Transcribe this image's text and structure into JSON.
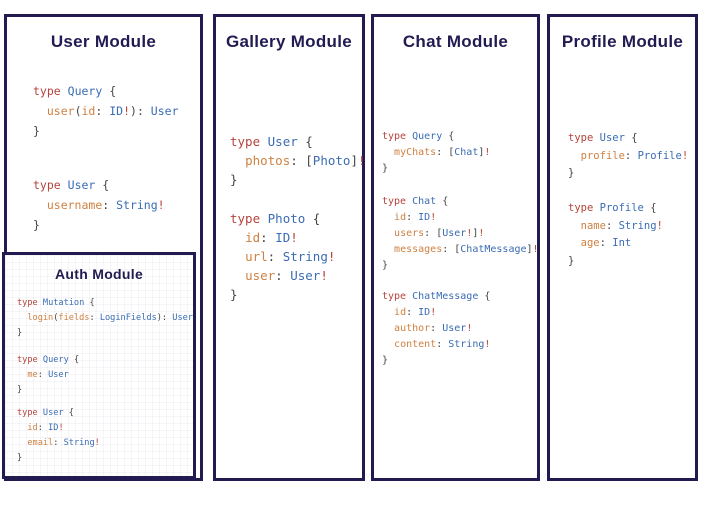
{
  "colors": {
    "background": "#ffffff",
    "box_border": "#211b52",
    "title": "#211b52",
    "keyword": "#b5443c",
    "type_name": "#3a6cb4",
    "field_name": "#d08142",
    "punctuation": "#454545"
  },
  "modules": {
    "user": {
      "title": "User Module",
      "blocks": [
        [
          [
            [
              "k",
              "type"
            ],
            [
              "p",
              " "
            ],
            [
              "t",
              "Query"
            ],
            [
              "p",
              " {"
            ]
          ],
          [
            [
              "p",
              "  "
            ],
            [
              "f",
              "user"
            ],
            [
              "p",
              "("
            ],
            [
              "f",
              "id"
            ],
            [
              "p",
              ": "
            ],
            [
              "t",
              "ID"
            ],
            [
              "b",
              "!"
            ],
            [
              "p",
              "): "
            ],
            [
              "t",
              "User"
            ]
          ],
          [
            [
              "p",
              "}"
            ]
          ]
        ],
        [
          [
            [
              "k",
              "type"
            ],
            [
              "p",
              " "
            ],
            [
              "t",
              "User"
            ],
            [
              "p",
              " {"
            ]
          ],
          [
            [
              "p",
              "  "
            ],
            [
              "f",
              "username"
            ],
            [
              "p",
              ": "
            ],
            [
              "t",
              "String"
            ],
            [
              "b",
              "!"
            ]
          ],
          [
            [
              "p",
              "}"
            ]
          ]
        ]
      ]
    },
    "auth": {
      "title": "Auth Module",
      "blocks": [
        [
          [
            [
              "k",
              "type"
            ],
            [
              "p",
              " "
            ],
            [
              "t",
              "Mutation"
            ],
            [
              "p",
              " {"
            ]
          ],
          [
            [
              "p",
              "  "
            ],
            [
              "f",
              "login"
            ],
            [
              "p",
              "("
            ],
            [
              "f",
              "fields"
            ],
            [
              "p",
              ": "
            ],
            [
              "t",
              "LoginFields"
            ],
            [
              "p",
              "): "
            ],
            [
              "t",
              "User"
            ]
          ],
          [
            [
              "p",
              "}"
            ]
          ]
        ],
        [
          [
            [
              "k",
              "type"
            ],
            [
              "p",
              " "
            ],
            [
              "t",
              "Query"
            ],
            [
              "p",
              " {"
            ]
          ],
          [
            [
              "p",
              "  "
            ],
            [
              "f",
              "me"
            ],
            [
              "p",
              ": "
            ],
            [
              "t",
              "User"
            ]
          ],
          [
            [
              "p",
              "}"
            ]
          ]
        ],
        [
          [
            [
              "k",
              "type"
            ],
            [
              "p",
              " "
            ],
            [
              "t",
              "User"
            ],
            [
              "p",
              " {"
            ]
          ],
          [
            [
              "p",
              "  "
            ],
            [
              "f",
              "id"
            ],
            [
              "p",
              ": "
            ],
            [
              "t",
              "ID"
            ],
            [
              "b",
              "!"
            ]
          ],
          [
            [
              "p",
              "  "
            ],
            [
              "f",
              "email"
            ],
            [
              "p",
              ": "
            ],
            [
              "t",
              "String"
            ],
            [
              "b",
              "!"
            ]
          ],
          [
            [
              "p",
              "}"
            ]
          ]
        ]
      ]
    },
    "gallery": {
      "title": "Gallery Module",
      "blocks": [
        [
          [
            [
              "k",
              "type"
            ],
            [
              "p",
              " "
            ],
            [
              "t",
              "User"
            ],
            [
              "p",
              " {"
            ]
          ],
          [
            [
              "p",
              "  "
            ],
            [
              "f",
              "photos"
            ],
            [
              "p",
              ": ["
            ],
            [
              "t",
              "Photo"
            ],
            [
              "p",
              "]"
            ],
            [
              "b",
              "!"
            ]
          ],
          [
            [
              "p",
              "}"
            ]
          ]
        ],
        [
          [
            [
              "k",
              "type"
            ],
            [
              "p",
              " "
            ],
            [
              "t",
              "Photo"
            ],
            [
              "p",
              " {"
            ]
          ],
          [
            [
              "p",
              "  "
            ],
            [
              "f",
              "id"
            ],
            [
              "p",
              ": "
            ],
            [
              "t",
              "ID"
            ],
            [
              "b",
              "!"
            ]
          ],
          [
            [
              "p",
              "  "
            ],
            [
              "f",
              "url"
            ],
            [
              "p",
              ": "
            ],
            [
              "t",
              "String"
            ],
            [
              "b",
              "!"
            ]
          ],
          [
            [
              "p",
              "  "
            ],
            [
              "f",
              "user"
            ],
            [
              "p",
              ": "
            ],
            [
              "t",
              "User"
            ],
            [
              "b",
              "!"
            ]
          ],
          [
            [
              "p",
              "}"
            ]
          ]
        ]
      ]
    },
    "chat": {
      "title": "Chat Module",
      "blocks": [
        [
          [
            [
              "k",
              "type"
            ],
            [
              "p",
              " "
            ],
            [
              "t",
              "Query"
            ],
            [
              "p",
              " {"
            ]
          ],
          [
            [
              "p",
              "  "
            ],
            [
              "f",
              "myChats"
            ],
            [
              "p",
              ": ["
            ],
            [
              "t",
              "Chat"
            ],
            [
              "p",
              "]"
            ],
            [
              "b",
              "!"
            ]
          ],
          [
            [
              "p",
              "}"
            ]
          ]
        ],
        [
          [
            [
              "k",
              "type"
            ],
            [
              "p",
              " "
            ],
            [
              "t",
              "Chat"
            ],
            [
              "p",
              " {"
            ]
          ],
          [
            [
              "p",
              "  "
            ],
            [
              "f",
              "id"
            ],
            [
              "p",
              ": "
            ],
            [
              "t",
              "ID"
            ],
            [
              "b",
              "!"
            ]
          ],
          [
            [
              "p",
              "  "
            ],
            [
              "f",
              "users"
            ],
            [
              "p",
              ": ["
            ],
            [
              "t",
              "User"
            ],
            [
              "b",
              "!"
            ],
            [
              "p",
              "]"
            ],
            [
              "b",
              "!"
            ]
          ],
          [
            [
              "p",
              "  "
            ],
            [
              "f",
              "messages"
            ],
            [
              "p",
              ": ["
            ],
            [
              "t",
              "ChatMessage"
            ],
            [
              "p",
              "]"
            ],
            [
              "b",
              "!"
            ]
          ],
          [
            [
              "p",
              "}"
            ]
          ]
        ],
        [
          [
            [
              "k",
              "type"
            ],
            [
              "p",
              " "
            ],
            [
              "t",
              "ChatMessage"
            ],
            [
              "p",
              " {"
            ]
          ],
          [
            [
              "p",
              "  "
            ],
            [
              "f",
              "id"
            ],
            [
              "p",
              ": "
            ],
            [
              "t",
              "ID"
            ],
            [
              "b",
              "!"
            ]
          ],
          [
            [
              "p",
              "  "
            ],
            [
              "f",
              "author"
            ],
            [
              "p",
              ": "
            ],
            [
              "t",
              "User"
            ],
            [
              "b",
              "!"
            ]
          ],
          [
            [
              "p",
              "  "
            ],
            [
              "f",
              "content"
            ],
            [
              "p",
              ": "
            ],
            [
              "t",
              "String"
            ],
            [
              "b",
              "!"
            ]
          ],
          [
            [
              "p",
              "}"
            ]
          ]
        ]
      ]
    },
    "profile": {
      "title": "Profile Module",
      "blocks": [
        [
          [
            [
              "k",
              "type"
            ],
            [
              "p",
              " "
            ],
            [
              "t",
              "User"
            ],
            [
              "p",
              " {"
            ]
          ],
          [
            [
              "p",
              "  "
            ],
            [
              "f",
              "profile"
            ],
            [
              "p",
              ": "
            ],
            [
              "t",
              "Profile"
            ],
            [
              "b",
              "!"
            ]
          ],
          [
            [
              "p",
              "}"
            ]
          ]
        ],
        [
          [
            [
              "k",
              "type"
            ],
            [
              "p",
              " "
            ],
            [
              "t",
              "Profile"
            ],
            [
              "p",
              " {"
            ]
          ],
          [
            [
              "p",
              "  "
            ],
            [
              "f",
              "name"
            ],
            [
              "p",
              ": "
            ],
            [
              "t",
              "String"
            ],
            [
              "b",
              "!"
            ]
          ],
          [
            [
              "p",
              "  "
            ],
            [
              "f",
              "age"
            ],
            [
              "p",
              ": "
            ],
            [
              "t",
              "Int"
            ]
          ],
          [
            [
              "p",
              "}"
            ]
          ]
        ]
      ]
    }
  }
}
